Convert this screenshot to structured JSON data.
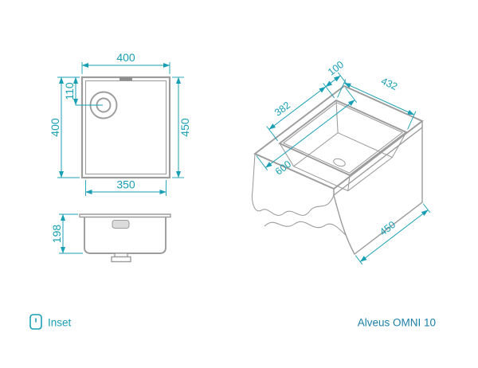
{
  "colors": {
    "dimension": "#189FB4",
    "line": "#9C9C9C",
    "brand": "#1B7FA8",
    "fill_light": "#DCDCDC",
    "fill_dark": "#8F8F8F"
  },
  "top_view": {
    "overall_width": "400",
    "overall_length": "450",
    "bowl_length": "400",
    "drain_center": "110",
    "bowl_width": "350"
  },
  "side_view": {
    "bowl_depth": "198"
  },
  "iso_view": {
    "back_clearance": "100",
    "cutout_width": "432",
    "cutout_length": "382",
    "worktop_depth": "600",
    "cabinet_width": "450"
  },
  "footer": {
    "install_type": "Inset",
    "product_name": "Alveus OMNI 10"
  }
}
